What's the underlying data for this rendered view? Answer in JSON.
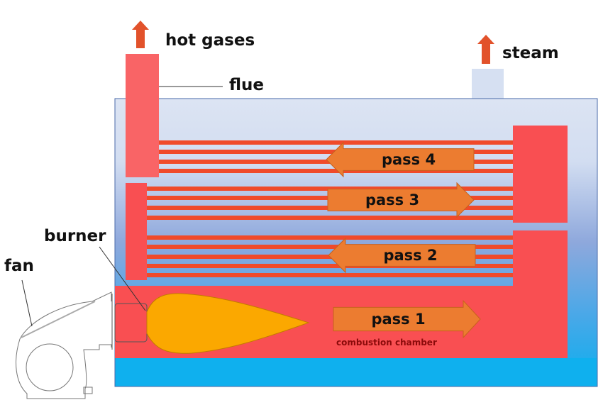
{
  "labels": {
    "hot_gases": "hot gases",
    "flue": "flue",
    "steam": "steam",
    "burner": "burner",
    "fan": "fan",
    "combustion_chamber": "combustion chamber"
  },
  "passes": [
    {
      "label": "pass 1",
      "direction": "right"
    },
    {
      "label": "pass 2",
      "direction": "left"
    },
    {
      "label": "pass 3",
      "direction": "right"
    },
    {
      "label": "pass 4",
      "direction": "left"
    }
  ],
  "colors": {
    "hot_gas": "#f94f52",
    "flue": "#f96466",
    "tube": "#f04a2a",
    "flame": "#fba800",
    "arrow": "#ec7c30",
    "water_top": "#dce4f3",
    "water_mid": "#8ea8dc",
    "water_bottom": "#0aaeee",
    "up_arrow": "#e2522b"
  }
}
